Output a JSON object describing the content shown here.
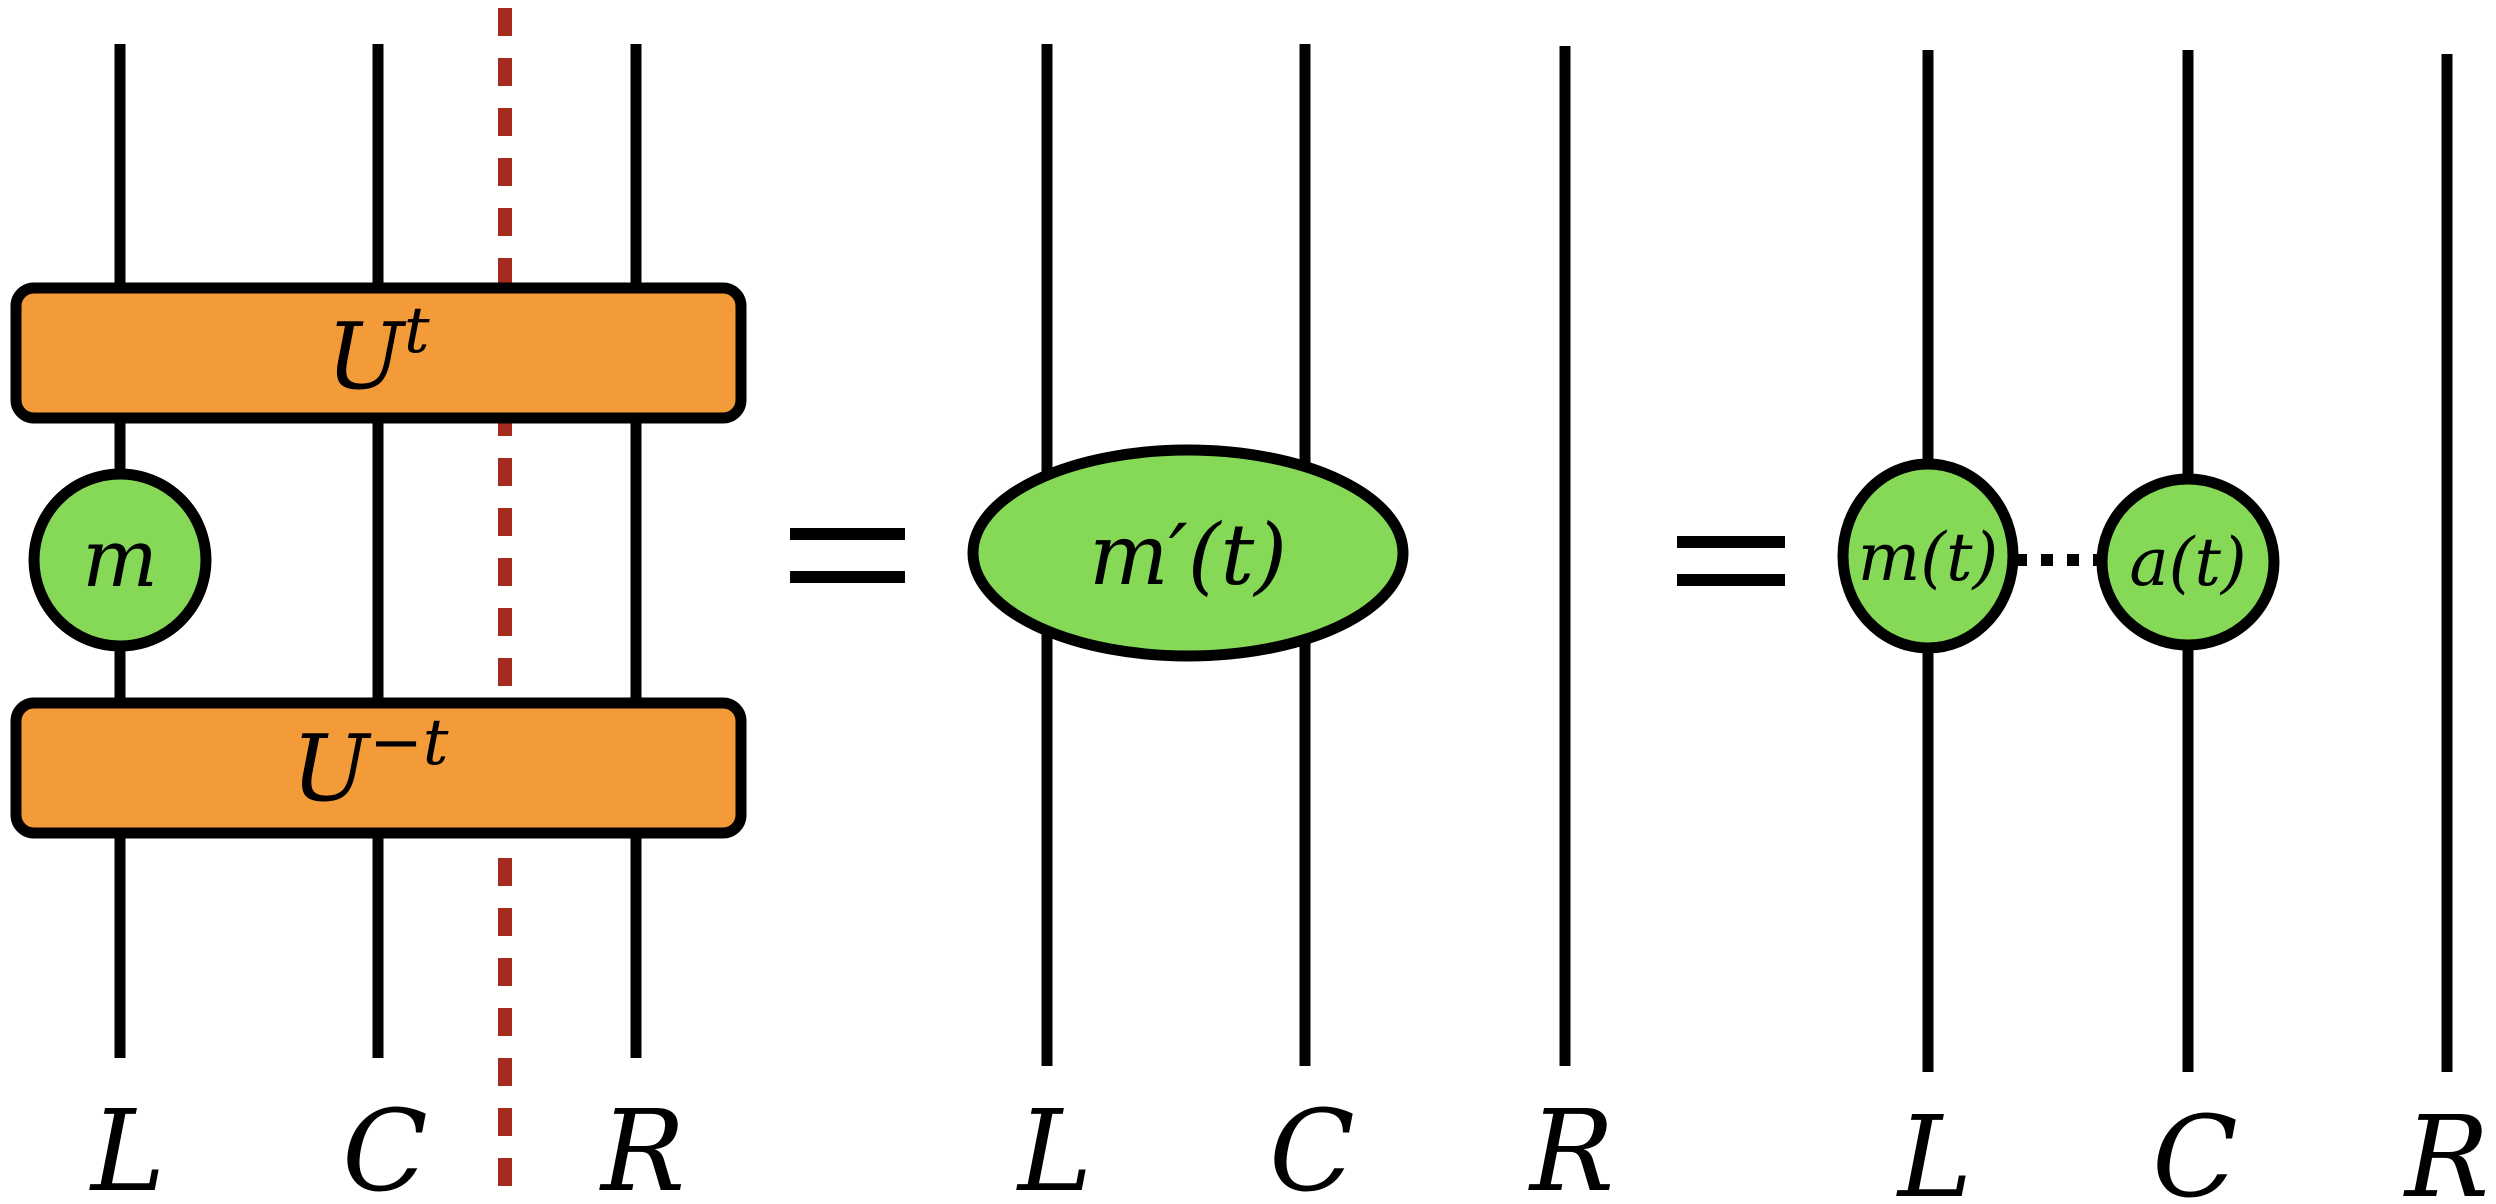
{
  "colors": {
    "wire": "#000000",
    "gate": "#F29B38",
    "node": "#86D957",
    "cut": "#A62A1E"
  },
  "panel1": {
    "gate_top": {
      "base": "U",
      "sup": "t"
    },
    "gate_bottom": {
      "base": "U",
      "sup": "−t"
    },
    "node": "m",
    "labels": [
      "L",
      "C",
      "R"
    ]
  },
  "panel2": {
    "ellipse": "m′(t)",
    "labels": [
      "L",
      "C",
      "R"
    ]
  },
  "panel3": {
    "node_left": "m(t)",
    "node_right": "a(t)",
    "ellipsis": "···",
    "labels": [
      "L",
      "C",
      "R"
    ]
  }
}
